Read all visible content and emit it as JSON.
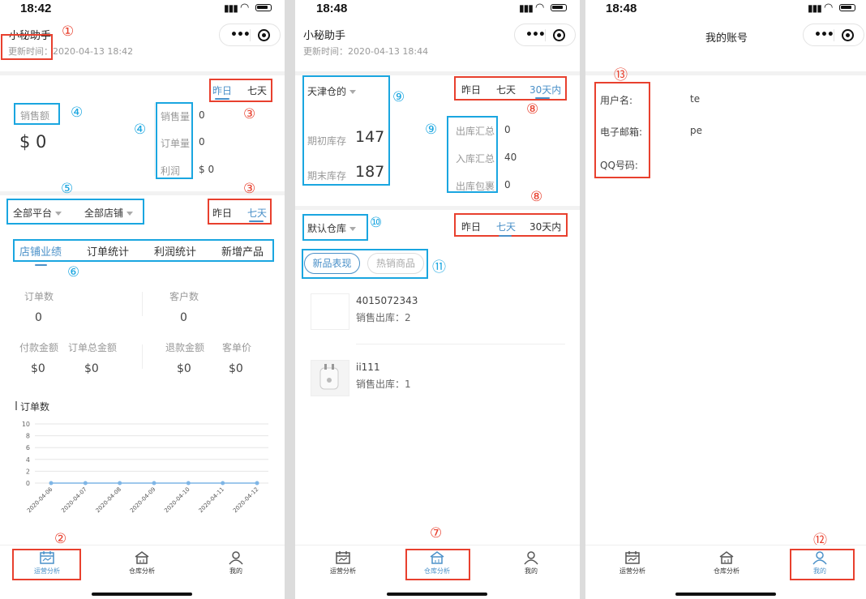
{
  "status": {
    "time1": "18:42",
    "time2": "18:48",
    "time3": "18:48"
  },
  "app": {
    "title": "小秘助手",
    "account_title": "我的账号"
  },
  "marks": {
    "m1": "①",
    "m2": "②",
    "m3": "③",
    "m4": "④",
    "m5": "⑤",
    "m6": "⑥",
    "m7": "⑦",
    "m8": "⑧",
    "m9": "⑨",
    "m10": "⑩",
    "m11": "⑪",
    "m12": "⑫",
    "m13": "⑬"
  },
  "screen1": {
    "update_time": "更新时间：2020-04-13 18:42",
    "range_tabs": [
      "昨日",
      "七天"
    ],
    "sales_label": "销售额",
    "sales_value": "$ 0",
    "metrics": [
      {
        "label": "销售量",
        "value": "0"
      },
      {
        "label": "订单量",
        "value": "0"
      },
      {
        "label": "利润",
        "value": "$ 0"
      }
    ],
    "filter_platform": "全部平台",
    "filter_store": "全部店铺",
    "range_tabs2": [
      "昨日",
      "七天"
    ],
    "section_tabs": [
      "店铺业绩",
      "订单统计",
      "利润统计",
      "新增产品"
    ],
    "stats": {
      "orders_label": "订单数",
      "orders_value": "0",
      "customers_label": "客户数",
      "customers_value": "0",
      "paid_label": "付款金额",
      "paid_value": "$0",
      "total_label": "订单总金额",
      "total_value": "$0",
      "refund_label": "退款金额",
      "refund_value": "$0",
      "avg_label": "客单价",
      "avg_value": "$0"
    }
  },
  "chart_data": {
    "type": "line",
    "title": "订单数",
    "x": [
      "2020-04-06",
      "2020-04-07",
      "2020-04-08",
      "2020-04-09",
      "2020-04-10",
      "2020-04-11",
      "2020-04-12"
    ],
    "series": [
      {
        "values": [
          0,
          0,
          0,
          0,
          0,
          0,
          0
        ]
      }
    ],
    "yticks": [
      "10",
      "8",
      "6",
      "4",
      "2",
      "0"
    ],
    "ylim": [
      0,
      10
    ],
    "grid": true,
    "color": "#7fb6e6"
  },
  "screen2": {
    "update_time": "更新时间：2020-04-13 18:44",
    "warehouse": "天津仓的",
    "range_tabs": [
      "昨日",
      "七天",
      "30天内"
    ],
    "opening_label": "期初库存",
    "opening_value": "147",
    "closing_label": "期末库存",
    "closing_value": "187",
    "metrics": [
      {
        "label": "出库汇总",
        "value": "0"
      },
      {
        "label": "入库汇总",
        "value": "40"
      },
      {
        "label": "出库包裹",
        "value": "0"
      }
    ],
    "default_warehouse": "默认仓库",
    "range_tabs2": [
      "昨日",
      "七天",
      "30天内"
    ],
    "product_tabs": [
      "新品表现",
      "热销商品"
    ],
    "products": [
      {
        "name": "4015072343",
        "sales": "销售出库：2"
      },
      {
        "name": "ii111",
        "sales": "销售出库：1"
      }
    ]
  },
  "screen3": {
    "fields": [
      {
        "label": "用户名:",
        "value": "te"
      },
      {
        "label": "电子邮箱:",
        "value": "pe"
      },
      {
        "label": "QQ号码:",
        "value": ""
      }
    ]
  },
  "nav": [
    "运营分析",
    "仓库分析",
    "我的"
  ],
  "colors": {
    "accent": "#4a90c8",
    "red_box": "#e8402e",
    "blue_box": "#1aa6e0"
  }
}
